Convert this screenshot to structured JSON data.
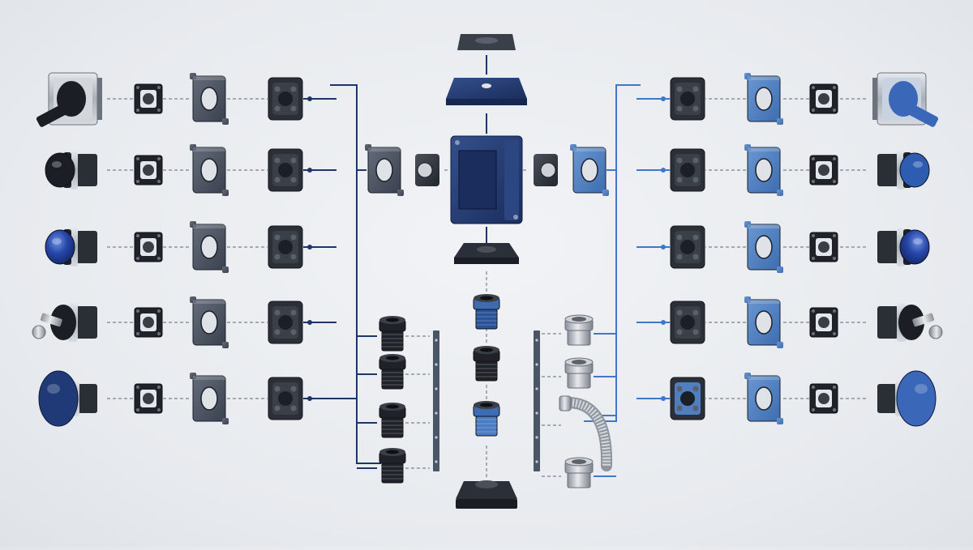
{
  "colors": {
    "background": "#e9ecef",
    "dark_body": "#2a2f38",
    "navy": "#253b6e",
    "navy_line": "#1f3566",
    "light_blue": "#4f7fc0",
    "light_blue_line": "#3f78c8",
    "chrome": "#b8bec6",
    "rail": "#4a5566",
    "dashed": "#7a828e"
  },
  "diagram": {
    "left_columns": {
      "operators": [
        {
          "kind": "selector-switch",
          "cap": "#1b1e24",
          "icon": "selector-switch-icon"
        },
        {
          "kind": "push-button",
          "cap": "#1b1e24",
          "icon": "push-button-icon"
        },
        {
          "kind": "pilot-light",
          "cap": "#1f3f98",
          "icon": "pilot-light-icon"
        },
        {
          "kind": "key-switch",
          "cap": "#1b1e24",
          "icon": "key-switch-icon"
        },
        {
          "kind": "mushroom-button",
          "cap": "#203a78",
          "icon": "mushroom-button-icon"
        }
      ],
      "frame_tone": "#4c5566",
      "block_tone": "#3a3f48"
    },
    "right_columns": {
      "operators": [
        {
          "kind": "selector-switch",
          "cap": "#3a67b8",
          "icon": "selector-switch-icon"
        },
        {
          "kind": "push-button",
          "cap": "#2d5cb0",
          "icon": "push-button-icon"
        },
        {
          "kind": "pilot-light",
          "cap": "#2f5bb5",
          "icon": "pilot-light-icon"
        },
        {
          "kind": "key-switch",
          "cap": "#1b1e24",
          "icon": "key-switch-icon"
        },
        {
          "kind": "mushroom-button",
          "cap": "#3a67b8",
          "icon": "mushroom-button-icon"
        }
      ],
      "frame_tone": "#4f7fc0",
      "block_tone": "#3a3f48"
    },
    "center_stack": [
      {
        "part": "top-cap",
        "icon": "cap-plate-icon"
      },
      {
        "part": "gasket-plate",
        "icon": "gasket-plate-icon"
      },
      {
        "part": "enclosure-box",
        "icon": "enclosure-box-icon"
      },
      {
        "part": "bottom-flange",
        "icon": "flange-plate-icon"
      },
      {
        "part": "blue-fitting",
        "icon": "cable-gland-icon"
      },
      {
        "part": "black-fitting",
        "icon": "cable-gland-icon"
      },
      {
        "part": "blue-threaded-fitting",
        "icon": "cable-gland-icon"
      },
      {
        "part": "base-flange",
        "icon": "flange-plate-icon"
      }
    ],
    "left_glands": 4,
    "right_fittings": [
      "steel-nut",
      "steel-nut",
      "flex-conduit",
      "steel-nut"
    ]
  }
}
